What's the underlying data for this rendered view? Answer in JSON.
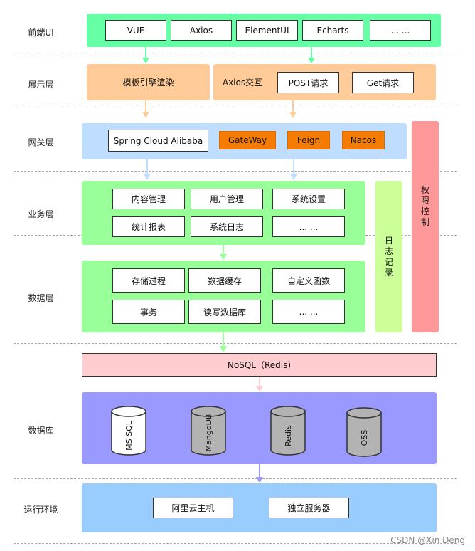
{
  "layers": {
    "frontend": "前端UI",
    "presentation": "展示层",
    "gateway": "网关层",
    "business": "业务层",
    "data": "数据层",
    "database": "数据库",
    "runtime": "运行环境"
  },
  "frontend_items": [
    "VUE",
    "Axios",
    "ElementUI",
    "Echarts",
    "... ..."
  ],
  "presentation": {
    "template_render": "模板引擎渲染",
    "axios_interaction": "Axios交互",
    "post_request": "POST请求",
    "get_request": "Get请求"
  },
  "gateway": {
    "spring_cloud": "Spring Cloud Alibaba",
    "gateway": "GateWay",
    "feign": "Feign",
    "nacos": "Nacos"
  },
  "business_items": [
    "内容管理",
    "用户管理",
    "系统设置",
    "统计报表",
    "系统日志",
    "... ..."
  ],
  "data_items": [
    "存储过程",
    "数据缓存",
    "自定义函数",
    "事务",
    "读写数据库",
    "... ..."
  ],
  "side": {
    "log_record": [
      "日",
      "志",
      "记",
      "录"
    ],
    "permission": [
      "权",
      "限",
      "控",
      "制"
    ]
  },
  "nosql": "NoSQL（Redis)",
  "databases": [
    "MS SQL",
    "MangoDB",
    "Redis",
    "OSS"
  ],
  "runtime_items": [
    "阿里云主机",
    "独立服务器"
  ],
  "watermark": "CSDN @Xin Deng",
  "colors": {
    "frontend_band": "#66ffa6",
    "presentation_band": "#ffcc99",
    "gateway_band": "#bfdeff",
    "business_band": "#99ff99",
    "log_band": "#ccff99",
    "permission_band": "#ff9999",
    "nosql_band": "#ffccd0",
    "database_band": "#9999ff",
    "runtime_band": "#99ccff",
    "orange_box": "#f57c00",
    "gray_cylinder": "#b3b3b3"
  }
}
